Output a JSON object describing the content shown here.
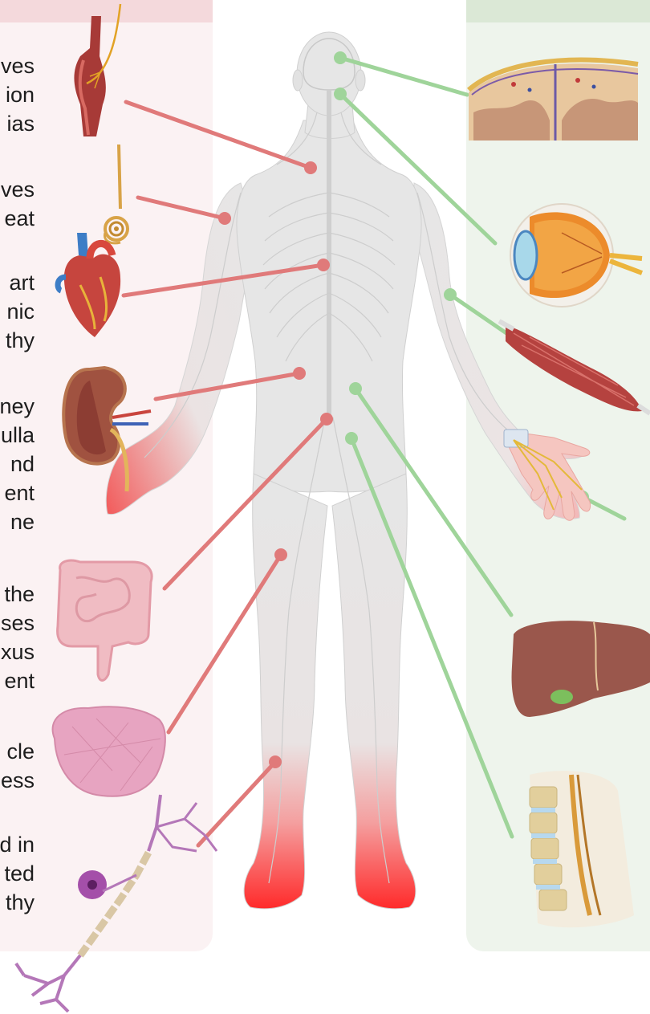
{
  "left_text": [
    {
      "lines": [
        "ves",
        "ion",
        "ias"
      ]
    },
    {
      "lines": [
        "ves",
        "eat"
      ]
    },
    {
      "lines": [
        "art",
        "nic",
        "thy"
      ]
    },
    {
      "lines": [
        "ney",
        "ulla",
        "nd",
        "ent",
        "ne"
      ]
    },
    {
      "lines": [
        "the",
        "ses",
        "xus",
        "ent"
      ]
    },
    {
      "lines": [
        "cle",
        "ess"
      ]
    },
    {
      "lines": [
        "d in",
        "ted",
        "thy"
      ]
    }
  ],
  "colors": {
    "left_panel": "#fbf2f3",
    "left_header": "#f4d9dc",
    "right_panel": "#eef4ec",
    "right_header": "#dbe8d6",
    "red_connector": "#e07a7a",
    "green_connector": "#9fd49a",
    "body_fill": "#e6e6e6",
    "body_red": "#ff2a2a"
  },
  "icons": {
    "left": [
      "blood-vessel-icon",
      "sweat-gland-icon",
      "heart-icon",
      "kidney-icon",
      "intestine-icon",
      "pancreas-icon",
      "neuron-icon"
    ],
    "right": [
      "brain-meninges-icon",
      "eye-icon",
      "muscle-icon",
      "hand-nerve-icon",
      "liver-icon",
      "spine-icon"
    ]
  }
}
